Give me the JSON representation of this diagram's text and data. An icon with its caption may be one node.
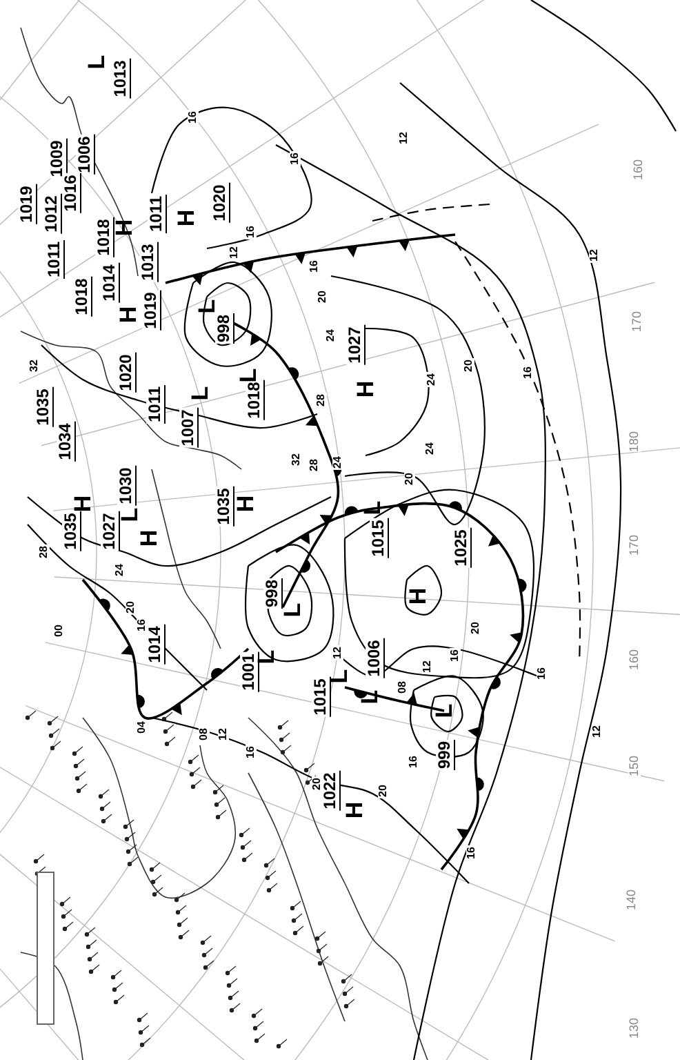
{
  "diagram": {
    "labels": [
      "L",
      "1013",
      "1006",
      "1009",
      "1016",
      "1019",
      "1012",
      "1011",
      "1018",
      "H",
      "1011",
      "H",
      "1020",
      "1013",
      "1014",
      "1018",
      "H",
      "1019",
      "998",
      "L",
      "1020",
      "1011",
      "1007",
      "L",
      "1018",
      "L",
      "1027",
      "H",
      "1035",
      "1034",
      "1030",
      "1027",
      "L",
      "1035",
      "H",
      "H",
      "1035",
      "H",
      "998",
      "L",
      "1015",
      "L",
      "1025",
      "H",
      "1014",
      "1001",
      "L",
      "1015",
      "L",
      "1006",
      "L",
      "L",
      "999",
      "1022",
      "H",
      "160",
      "170",
      "180",
      "170",
      "160",
      "150",
      "140",
      "130",
      "16",
      "16",
      "12",
      "16",
      "12",
      "16",
      "20",
      "24",
      "16",
      "20",
      "24",
      "24",
      "12",
      "28",
      "32",
      "28",
      "24",
      "20",
      "20",
      "16",
      "12",
      "16",
      "12",
      "16",
      "08",
      "12",
      "20",
      "16",
      "28",
      "24",
      "20",
      "16",
      "00",
      "32",
      "04",
      "08",
      "12",
      "16",
      "20"
    ]
  }
}
